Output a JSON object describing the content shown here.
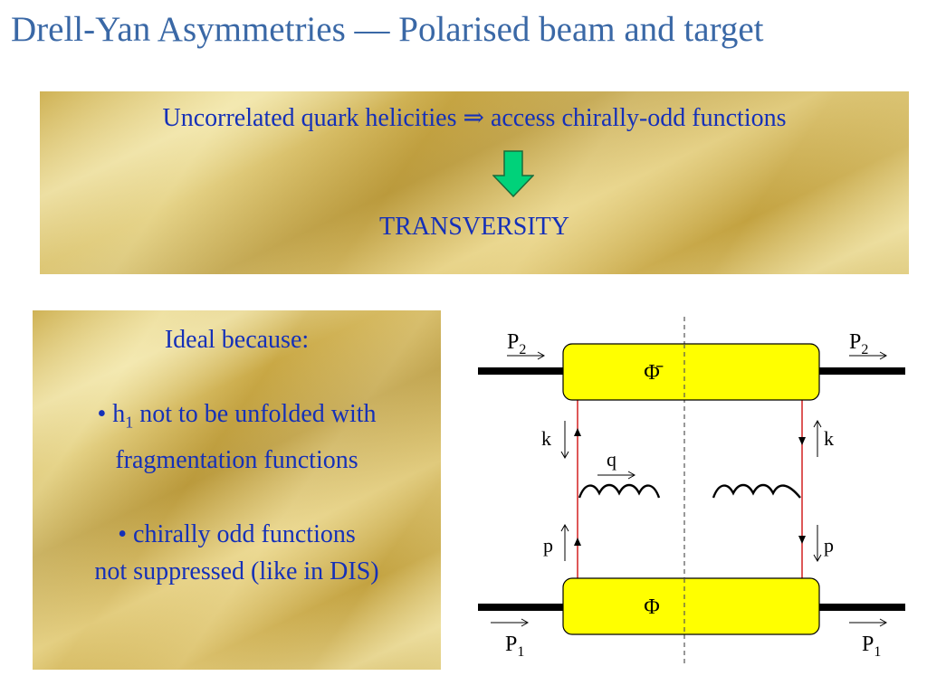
{
  "slide": {
    "title": "Drell-Yan Asymmetries  —  Polarised beam and target"
  },
  "top_box": {
    "line_pre": "Uncorrelated quark helicities",
    "implies_symbol": "⇒",
    "line_post": "access chirally-odd functions",
    "result": "TRANSVERSITY"
  },
  "left_box": {
    "heading": "Ideal because:",
    "bullet1_pre": "• h",
    "bullet1_sub": "1",
    "bullet1_post": " not to be unfolded with",
    "bullet1_line2": "fragmentation functions",
    "bullet2_line1": "• chirally odd functions",
    "bullet2_line2": "not suppressed (like in DIS)"
  },
  "diagram": {
    "top_blob_label": "Φ̄",
    "bottom_blob_label": "Φ",
    "P2_left": "P",
    "P2_left_sub": "2",
    "P2_right": "P",
    "P2_right_sub": "2",
    "P1_left": "P",
    "P1_left_sub": "1",
    "P1_right": "P",
    "P1_right_sub": "1",
    "k_left": "k",
    "k_right": "k",
    "p_left": "p",
    "p_right": "p",
    "q_label": "q",
    "colors": {
      "blob": "#ffff00",
      "quark_line": "#d42020",
      "arrow_green": "#00d27a"
    }
  }
}
